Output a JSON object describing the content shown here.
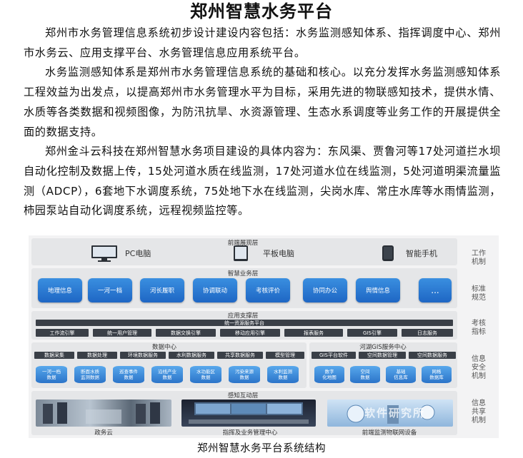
{
  "title": "郑州智慧水务平台",
  "paragraphs": [
    "郑州市水务管理信息系统初步设计建设内容包括：水务监测感知体系、指挥调度中心、郑州市水务云、应用支撑平台、水务管理信息应用系统平台。",
    "水务监测感知体系是郑州市水务管理信息系统的基础和核心。以充分发挥水务监测感知体系工程效益为出发点，以提高郑州市水务管理水平为目标，采用先进的物联感知技术，提供水情、水质等各类数据和视频图像，为防汛抗旱、水资源管理、生态水系调度等业务工作的开展提供全面的数据支持。",
    "郑州金斗云科技在郑州智慧水务项目建设的具体内容为：东风渠、贾鲁河等17处河道拦水坝自动化控制及数据上传，15处河道水质在线监测，17处河道水位在线监测，5处河道明渠流量监测（ADCP），6套地下水调度系统，75处地下水在线监测，尖岗水库、常庄水库等水雨情监测，柿园泵站自动化调度系统，远程视频监控等。"
  ],
  "figure": {
    "layers": {
      "frontend": "前端展现层",
      "business": "智慧业务层",
      "support": "应用支撑层",
      "data_center": "数据中心",
      "gis_center": "河湖GIS服务中心",
      "perception": "感知互动层"
    },
    "devices": [
      "PC电脑",
      "平板电脑",
      "智能手机"
    ],
    "business_items": [
      "地理信息",
      "一河一档",
      "河长履职",
      "协调联动",
      "考核评价",
      "协同办公",
      "舆情信息",
      "..."
    ],
    "support_top": "统一资源服务平台",
    "support_items": [
      "工作流引擎",
      "统一用户管理",
      "数据交换引擎",
      "移动应用引擎",
      "报表服务",
      "GIS引擎",
      "日志服务"
    ],
    "data_services": [
      "数据采集",
      "数据处理",
      "环境数据服务",
      "水利数据服务",
      "共享数据服务",
      "模型管理"
    ],
    "gis_services": [
      "GIS平台软件",
      "空间数据管理",
      "空间数据服务"
    ],
    "databases": [
      "一河一档\n数据",
      "断面水质\n监测数据",
      "巡查事件\n数据",
      "沿线产业\n数据",
      "水功能区\n数据",
      "污染来源\n数据",
      "水利监测\n数据"
    ],
    "gis_databases": [
      "数字\n化地图",
      "空间\n数据",
      "基础\n信息库",
      "网格\n数据库"
    ],
    "bottom_labels": [
      "政务云",
      "指挥及业务管理中心",
      "前端监测物联网设备"
    ],
    "side_labels": [
      "工作\n机制",
      "标准\n规范",
      "考核\n指标",
      "信息\n安全\n机制",
      "信息\n共享\n机制"
    ],
    "watermark": "软件研究所"
  },
  "caption": "郑州智慧水务平台系统结构"
}
